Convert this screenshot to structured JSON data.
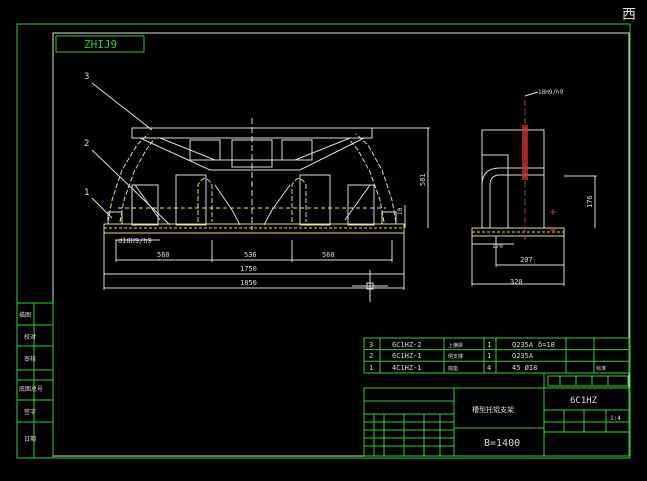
{
  "drawing_code": "ZHIJ9",
  "corner_glyph": "西",
  "part_callouts": [
    "3",
    "2",
    "1"
  ],
  "front_view": {
    "dim_fit_label": "d18H9/h9",
    "dims": {
      "left_span": "560",
      "mid_span": "536",
      "right_span": "560",
      "total_inner": "1750",
      "total_outer": "1850",
      "height": "581",
      "side_small": "10"
    }
  },
  "side_view": {
    "dim_fit_label": "18H9/h9",
    "dims": {
      "width_a": "170",
      "width_b": "207",
      "width_total": "320",
      "height": "176"
    }
  },
  "left_strip": [
    "描图",
    "校对",
    "审核",
    "",
    "底图总号",
    "签字",
    "日期"
  ],
  "parts_list": [
    {
      "no": "3",
      "code": "6C1HZ-2",
      "name": "上横梁",
      "qty": "1",
      "material": "Q235A",
      "note": "δ=18"
    },
    {
      "no": "2",
      "code": "6C1HZ-1",
      "name": "侧支撑",
      "qty": "1",
      "material": "Q235A",
      "note": ""
    },
    {
      "no": "1",
      "code": "4C1HZ-1",
      "name": "底座",
      "qty": "4",
      "material": "45 Ø18",
      "note": ""
    }
  ],
  "parts_remark": "标准",
  "title_block": {
    "drawing_name": "槽型托辊支架",
    "model_code": "6C1HZ",
    "spec": "B=1400",
    "scale": "1:4"
  }
}
